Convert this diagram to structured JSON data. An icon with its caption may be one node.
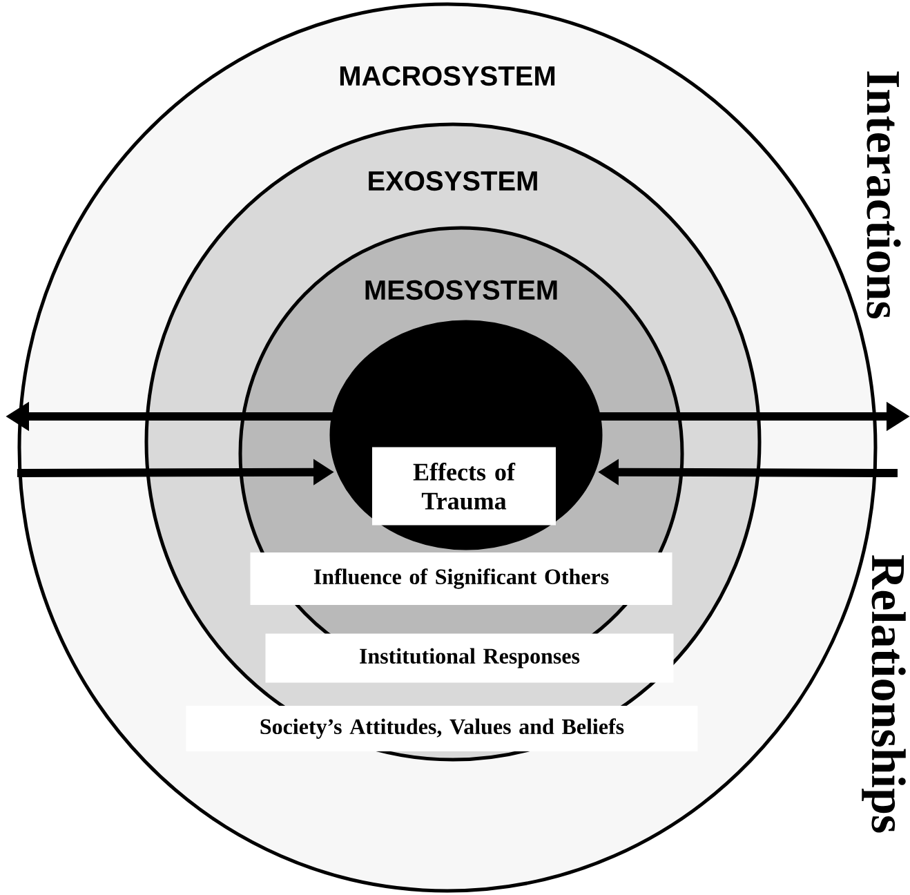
{
  "diagram": {
    "nodes": [
      {
        "text": [
          "MACROSYSTEM"
        ]
      },
      {
        "text": [
          "EXOSYSTEM"
        ],
        "in": 0
      },
      {
        "text": [
          "MESOSYSTEM"
        ],
        "in": 1
      },
      {
        "text": [],
        "shape": "circle",
        "in": 2
      },
      {
        "text": [
          "Effects of Trauma"
        ],
        "in": 3
      },
      {
        "text": [
          "Influence of Significant Others"
        ],
        "in": 2
      },
      {
        "text": [
          "Institutional Responses"
        ],
        "in": 2
      },
      {
        "text": [
          "Society’s Attitudes, Values and Beliefs"
        ],
        "in": 1
      }
    ],
    "edges": [
      {
        "from": null,
        "to": 3,
        "arrow": "to"
      },
      {
        "from": null,
        "to": 3,
        "arrow": "to"
      }
    ],
    "labels": [
      "Interactions",
      "Relationships"
    ]
  }
}
